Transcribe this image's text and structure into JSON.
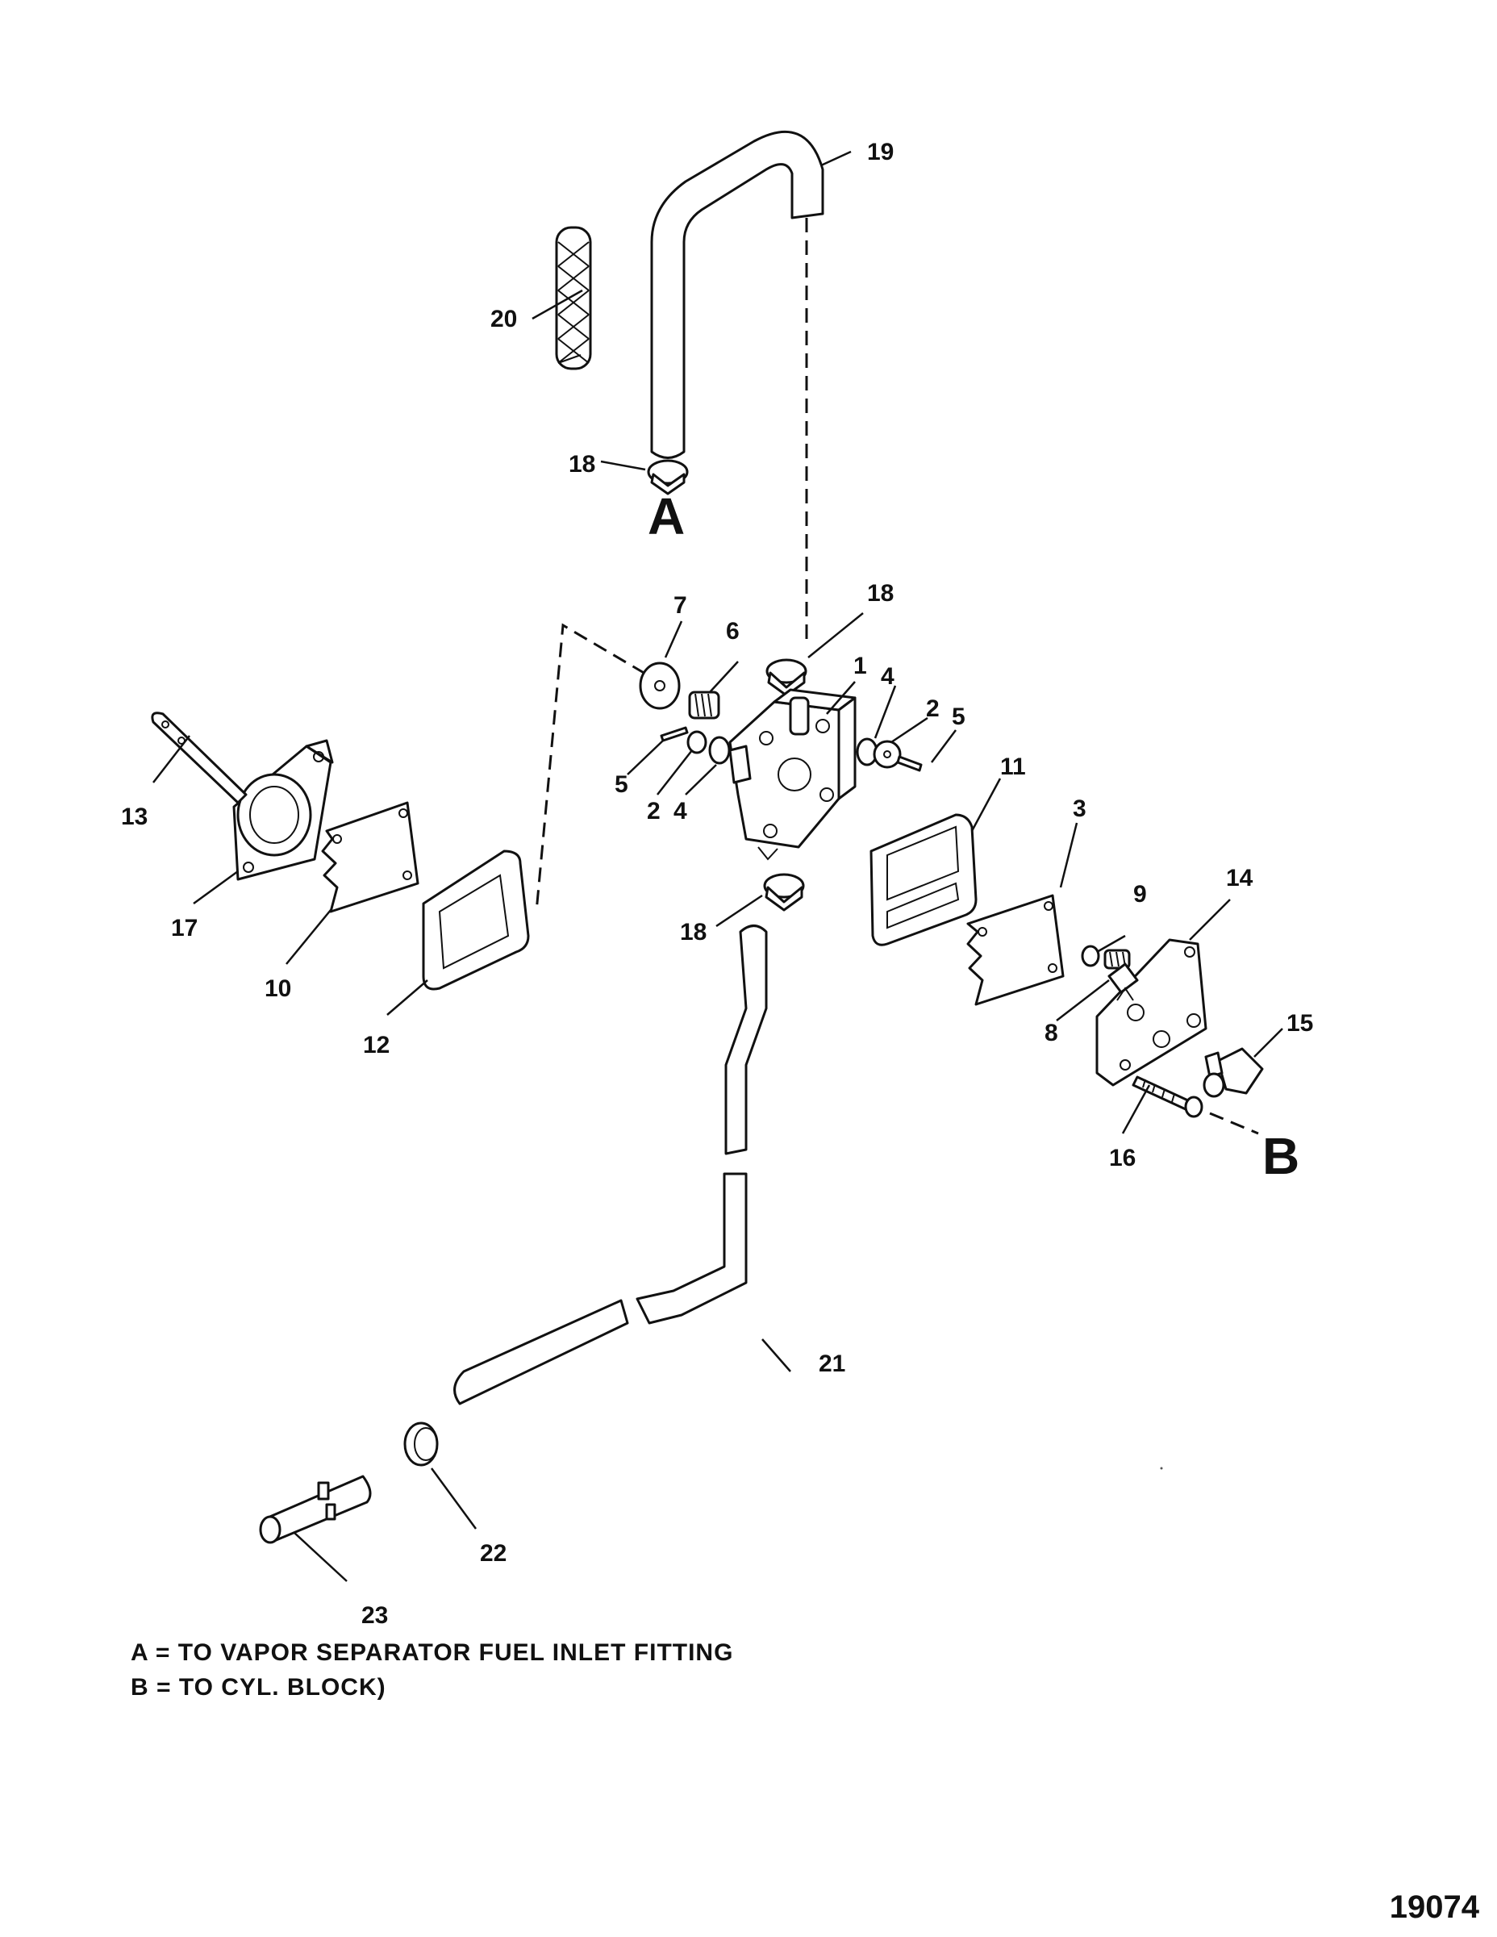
{
  "callouts": {
    "c1": "1",
    "c2a": "2",
    "c2b": "2",
    "c3": "3",
    "c4a": "4",
    "c4b": "4",
    "c5a": "5",
    "c5b": "5",
    "c6": "6",
    "c7": "7",
    "c8": "8",
    "c9": "9",
    "c10": "10",
    "c11": "11",
    "c12": "12",
    "c13": "13",
    "c14": "14",
    "c15": "15",
    "c16": "16",
    "c17": "17",
    "c18a": "18",
    "c18b": "18",
    "c18c": "18",
    "c19": "19",
    "c20": "20",
    "c21": "21",
    "c22": "22",
    "c23": "23"
  },
  "refs": {
    "a": "A",
    "b": "B"
  },
  "legend": {
    "line_a": "A = TO VAPOR SEPARATOR FUEL INLET FITTING",
    "line_b": "B = TO CYL. BLOCK)"
  },
  "figure_number": "19074"
}
